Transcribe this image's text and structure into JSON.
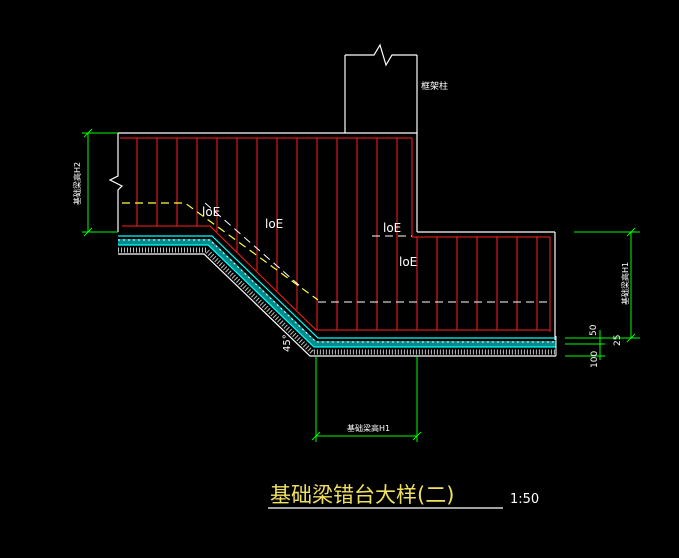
{
  "drawing": {
    "title": "基础梁错台大样(二)",
    "scale": "1:50",
    "column_label": "框架柱",
    "anchor_labels": [
      "loE",
      "loE",
      "loE",
      "loE"
    ],
    "dim_h2": "基础梁高H2",
    "dim_h1_right": "基础梁高H1",
    "dim_h1_bottom": "基础梁高H1",
    "dim_50": "50",
    "dim_25": "25",
    "dim_100": "100",
    "angle": "45°"
  },
  "colors": {
    "background": "#000000",
    "outline": "#ffffff",
    "concrete": "#00ffff",
    "rebar": "#ff2020",
    "anchor": "#ffff40",
    "dimension": "#00ff00",
    "gravel": "#c0c0c0"
  }
}
